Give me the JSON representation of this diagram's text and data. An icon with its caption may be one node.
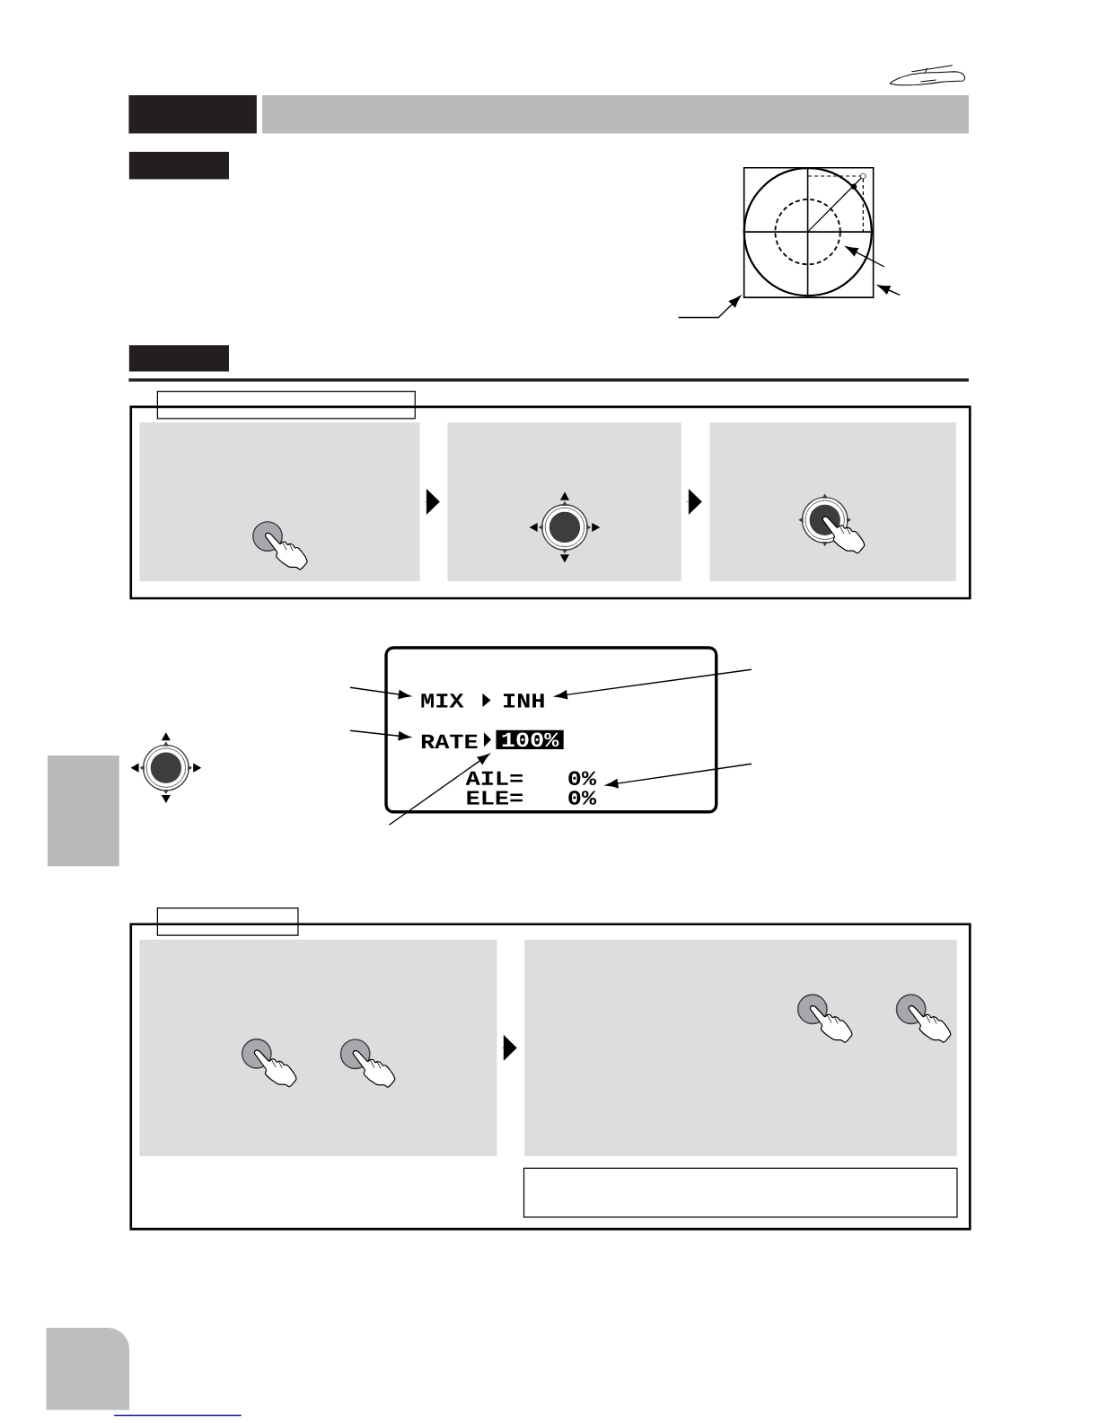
{
  "diagram": {
    "nodes": [
      {
        "text": [],
        "shape": "box"
      },
      {
        "text": [],
        "shape": "box"
      },
      {
        "text": [],
        "shape": "circle",
        "in": 1
      },
      {
        "text": [],
        "shape": "box"
      },
      {
        "text": [],
        "shape": "box"
      },
      {
        "text": [],
        "shape": "box"
      },
      {
        "text": [],
        "shape": "box",
        "in": 5
      },
      {
        "text": [],
        "shape": "box",
        "in": 5
      },
      {
        "text": [],
        "shape": "box",
        "in": 5
      },
      {
        "text": [],
        "shape": "box"
      },
      {
        "text": [
          "MIX"
        ],
        "in": 9
      },
      {
        "text": [
          "INH"
        ],
        "in": 9
      },
      {
        "text": [
          "RATE"
        ],
        "in": 9
      },
      {
        "text": [
          "100%"
        ],
        "in": 9
      },
      {
        "text": [
          "AIL="
        ],
        "in": 9
      },
      {
        "text": [
          "0%"
        ],
        "in": 9
      },
      {
        "text": [
          "ELE="
        ],
        "in": 9
      },
      {
        "text": [
          "0%"
        ],
        "in": 9
      },
      {
        "text": [],
        "shape": "box"
      },
      {
        "text": [],
        "shape": "box"
      },
      {
        "text": [],
        "shape": "box"
      },
      {
        "text": [],
        "shape": "box",
        "in": 20
      },
      {
        "text": [],
        "shape": "box",
        "in": 20
      },
      {
        "text": [],
        "shape": "box",
        "in": 20
      }
    ],
    "edges": [
      {
        "from": null,
        "to": 1,
        "arrow": "to"
      },
      {
        "from": null,
        "to": 2,
        "arrow": "to"
      },
      {
        "from": null,
        "to": 1,
        "arrow": "to"
      },
      {
        "from": 6,
        "to": 7,
        "arrow": "to"
      },
      {
        "from": 7,
        "to": 8,
        "arrow": "to"
      },
      {
        "from": null,
        "to": 10,
        "arrow": "to"
      },
      {
        "from": null,
        "to": 11,
        "arrow": "to"
      },
      {
        "from": null,
        "to": 12,
        "arrow": "to"
      },
      {
        "from": null,
        "to": 13,
        "arrow": "to"
      },
      {
        "from": null,
        "to": 15,
        "arrow": "to"
      },
      {
        "from": 21,
        "to": 22,
        "arrow": "to"
      }
    ]
  }
}
